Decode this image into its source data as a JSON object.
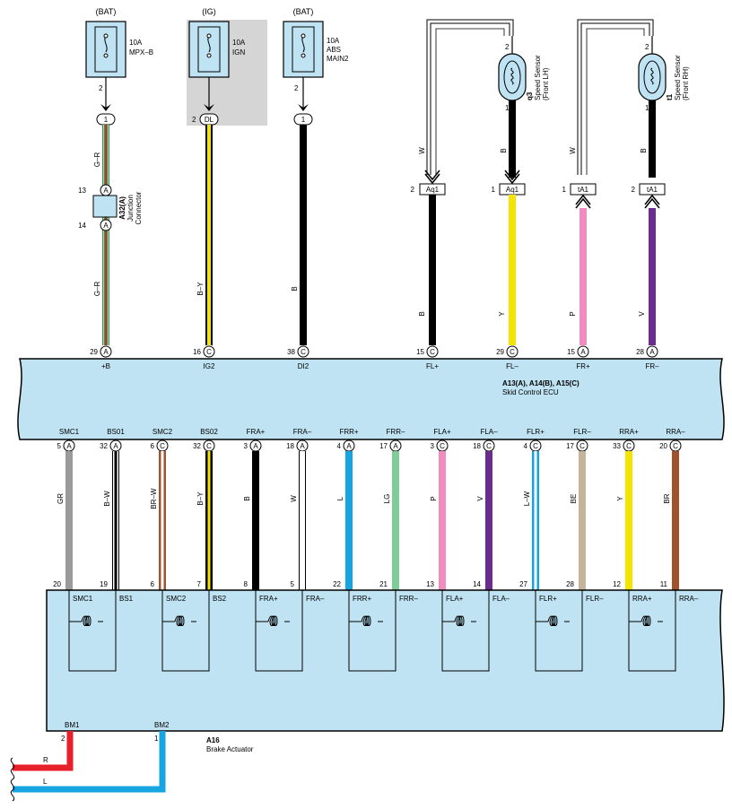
{
  "fuses": [
    {
      "id": "f1",
      "source": "(BAT)",
      "rating": "10A",
      "name": "MPX–B",
      "out_pin": "2"
    },
    {
      "id": "f2",
      "source": "(IG)",
      "rating": "10A",
      "name": "IGN",
      "out_pin": ""
    },
    {
      "id": "f3",
      "source": "(BAT)",
      "rating": "10A",
      "name": "ABS",
      "name2": "MAIN2",
      "out_pin": "2"
    }
  ],
  "inline_connectors": {
    "c1": {
      "pin": "1"
    },
    "c2": {
      "pin": "2",
      "code": "DL"
    },
    "c3": {
      "pin": "1"
    }
  },
  "junction": {
    "code": "A32(A)",
    "label1": "Junction",
    "label2": "Connector",
    "pin_top": "13",
    "pin_bottom": "14",
    "letter": "A"
  },
  "sensors": [
    {
      "code": "q3",
      "name": "Speed Sensor",
      "side": "(Front LH)",
      "pin_top": "2",
      "pin_bottom": "1"
    },
    {
      "code": "t1",
      "name": "Speed Sensor",
      "side": "(Front RH)",
      "pin_top": "2",
      "pin_bottom": "1"
    }
  ],
  "sensor_connectors": [
    {
      "pin": "2",
      "code": "Aq1",
      "wire": "W"
    },
    {
      "pin": "1",
      "code": "Aq1",
      "wire": "B"
    },
    {
      "pin": "1",
      "code": "tA1",
      "wire": "W"
    },
    {
      "pin": "2",
      "code": "tA1",
      "wire": "B"
    }
  ],
  "ecu": {
    "code": "A13(A), A14(B), A15(C)",
    "name": "Skid Control ECU",
    "top_terminals": [
      {
        "pin": "29",
        "conn": "A",
        "name": "+B",
        "wire": "G–R",
        "wire2": "G–R"
      },
      {
        "pin": "16",
        "conn": "C",
        "name": "IG2",
        "wire": "B–Y"
      },
      {
        "pin": "38",
        "conn": "C",
        "name": "DI2",
        "wire": "B"
      },
      {
        "pin": "15",
        "conn": "C",
        "name": "FL+",
        "wire": "B"
      },
      {
        "pin": "29",
        "conn": "C",
        "name": "FL–",
        "wire": "Y"
      },
      {
        "pin": "15",
        "conn": "A",
        "name": "FR+",
        "wire": "P"
      },
      {
        "pin": "28",
        "conn": "A",
        "name": "FR–",
        "wire": "V"
      }
    ],
    "bottom_terminals": [
      {
        "pin": "5",
        "conn": "A",
        "name": "SMC1",
        "wire": "GR"
      },
      {
        "pin": "32",
        "conn": "A",
        "name": "BS01",
        "wire": "B–W"
      },
      {
        "pin": "6",
        "conn": "C",
        "name": "SMC2",
        "wire": "BR–W"
      },
      {
        "pin": "32",
        "conn": "C",
        "name": "BS02",
        "wire": "B–Y"
      },
      {
        "pin": "3",
        "conn": "A",
        "name": "FRA+",
        "wire": "B"
      },
      {
        "pin": "18",
        "conn": "A",
        "name": "FRA–",
        "wire": "W"
      },
      {
        "pin": "4",
        "conn": "A",
        "name": "FRR+",
        "wire": "L"
      },
      {
        "pin": "17",
        "conn": "A",
        "name": "FRR–",
        "wire": "LG"
      },
      {
        "pin": "3",
        "conn": "C",
        "name": "FLA+",
        "wire": "P"
      },
      {
        "pin": "18",
        "conn": "C",
        "name": "FLA–",
        "wire": "V"
      },
      {
        "pin": "4",
        "conn": "C",
        "name": "FLR+",
        "wire": "L–W"
      },
      {
        "pin": "17",
        "conn": "C",
        "name": "FLR–",
        "wire": "BE"
      },
      {
        "pin": "33",
        "conn": "C",
        "name": "RRA+",
        "wire": "Y"
      },
      {
        "pin": "20",
        "conn": "C",
        "name": "RRA–",
        "wire": "BR"
      }
    ]
  },
  "actuator": {
    "code": "A16",
    "name": "Brake Actuator",
    "terminals": [
      {
        "pin": "20",
        "name": "SMC1"
      },
      {
        "pin": "19",
        "name": "BS1"
      },
      {
        "pin": "6",
        "name": "SMC2"
      },
      {
        "pin": "7",
        "name": "BS2"
      },
      {
        "pin": "8",
        "name": "FRA+"
      },
      {
        "pin": "5",
        "name": "FRA–"
      },
      {
        "pin": "22",
        "name": "FRR+"
      },
      {
        "pin": "21",
        "name": "FRR–"
      },
      {
        "pin": "13",
        "name": "FLA+"
      },
      {
        "pin": "14",
        "name": "FLA–"
      },
      {
        "pin": "27",
        "name": "FLR+"
      },
      {
        "pin": "28",
        "name": "FLR–"
      },
      {
        "pin": "12",
        "name": "RRA+"
      },
      {
        "pin": "11",
        "name": "RRA–"
      }
    ],
    "motor": [
      {
        "pin": "2",
        "name": "BM1",
        "wire": "R"
      },
      {
        "pin": "1",
        "name": "BM2",
        "wire": "L"
      }
    ]
  },
  "colors": {
    "box_fill": "#bfe3f3",
    "ig_shade": "#d5d5d5",
    "red": "#e8202a",
    "blue": "#16a5e0",
    "yellow": "#f5e400",
    "pink": "#f08cc0",
    "violet": "#6b2c8f",
    "gray": "#9a9a9a",
    "brown": "#a0522d",
    "lightgreen": "#7fcc99",
    "beige": "#c4b49a",
    "green": "#2f9a4f"
  }
}
